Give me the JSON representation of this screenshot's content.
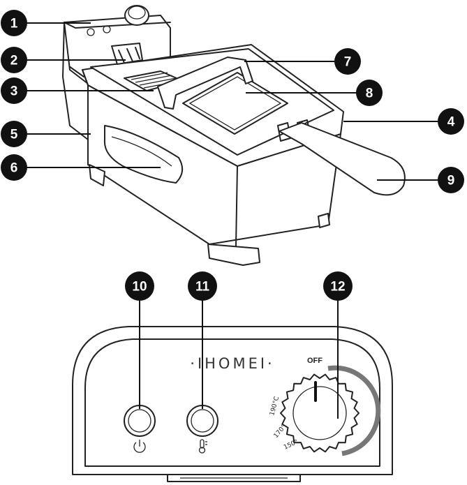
{
  "callouts": [
    "1",
    "2",
    "3",
    "4",
    "5",
    "6",
    "7",
    "8",
    "9",
    "10",
    "11",
    "12"
  ],
  "panel": {
    "brand": "·IHOMEI·",
    "dial_off": "OFF",
    "dial_temps": [
      "190°C",
      "170°",
      "150°"
    ]
  },
  "icons": [
    "power-icon",
    "thermometer-icon"
  ]
}
